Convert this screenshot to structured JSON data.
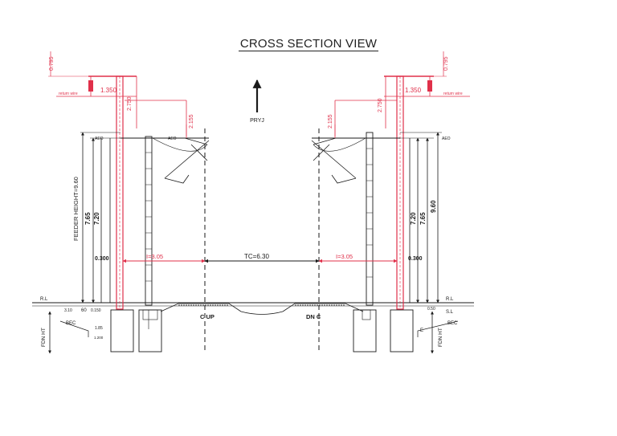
{
  "title": "CROSS SECTION VIEW",
  "direction": "PRYJ",
  "colors": {
    "ink": "#1a1a1a",
    "accent": "#e0304a",
    "grey": "#777777"
  },
  "left": {
    "top_offset": "0.795",
    "bracket": "1.350",
    "return_wire": "return wire",
    "bracket_drop": "2.750",
    "contact_drop": "2.155",
    "aeo": "AEO",
    "feeder": "FEEDER HEIGHT=9.60",
    "h1": "7.65",
    "h2": "7.20",
    "ground_gap": "0.300",
    "rl": "R.L",
    "base_a": "3.10",
    "base_b": "60",
    "base_c": "0.150",
    "fdn": "FDN HT",
    "bec": "BEC",
    "small_1": "1.85",
    "small_2": "1.200",
    "track": "C UP"
  },
  "right": {
    "top_offset": "0.795",
    "bracket": "1.350",
    "return_wire": "return wire",
    "bracket_drop": "2.750",
    "contact_drop": "2.155",
    "aeo": "AEO",
    "h1": "7.65",
    "h2": "7.20",
    "feeder": "9.60",
    "ground_gap": "0.300",
    "rl": "R.L",
    "sl": "S.L",
    "base_a": "0.50",
    "fdn": "FDN HT",
    "bec": "BEC",
    "small_1": "E",
    "track": "DN C"
  },
  "center": {
    "left_implant": "I=3.05",
    "track_centers": "TC=6.30",
    "right_implant": "I=3.05"
  }
}
